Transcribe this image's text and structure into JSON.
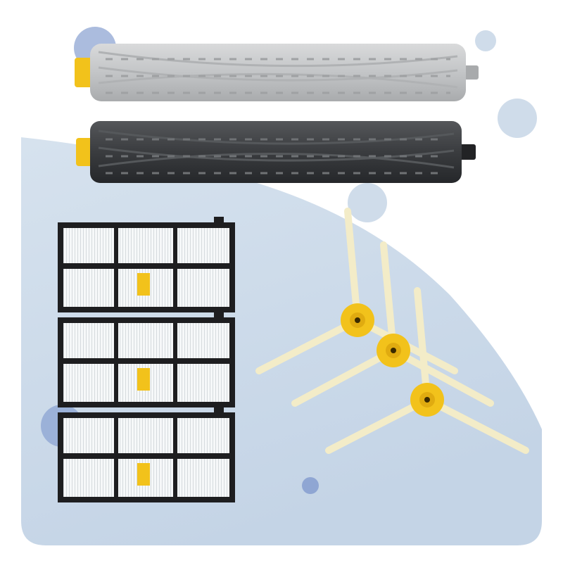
{
  "product": {
    "name": "replacement-parts-kit",
    "components": [
      {
        "id": "main-roller-gray",
        "kind": "extractor-roller",
        "color": "gray"
      },
      {
        "id": "main-roller-black",
        "kind": "extractor-roller",
        "color": "black"
      },
      {
        "id": "filter",
        "kind": "hepa-filter",
        "count": 3
      },
      {
        "id": "side-brush",
        "kind": "3-arm-side-brush",
        "count": 3
      }
    ]
  },
  "colors": {
    "background": "#ffffff",
    "backdrop": "#ccdbe9",
    "bubble": "#8fa6d3",
    "bubble_light": "#cfdcea",
    "roller_gray": "#c4c6c8",
    "roller_black": "#3b3d40",
    "accent_yellow": "#f2c21b",
    "filter_frame": "#1e1e20",
    "filter_media": "#f4f6f7",
    "brush_bristle": "#f3ecc8"
  }
}
